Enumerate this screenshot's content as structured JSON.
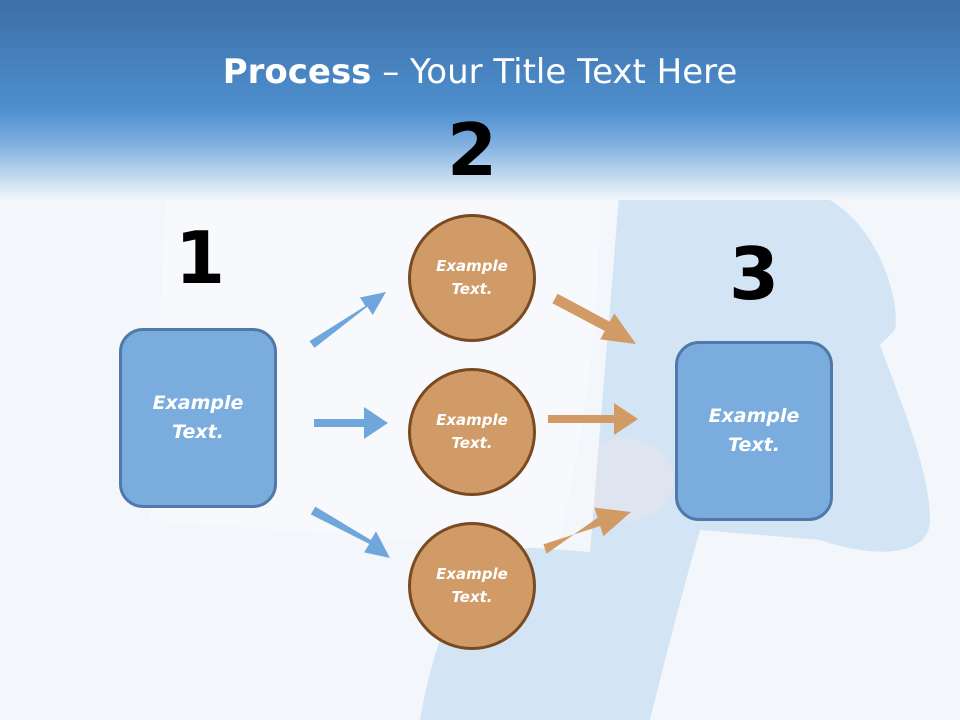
{
  "title": {
    "bold": "Process",
    "rest": " – Your Title Text Here"
  },
  "steps": [
    {
      "number": "1",
      "label": "Example\nText."
    },
    {
      "number": "2",
      "label": ""
    },
    {
      "number": "3",
      "label": "Example\nText."
    }
  ],
  "circles": [
    {
      "label": "Example\nText."
    },
    {
      "label": "Example\nText."
    },
    {
      "label": "Example\nText."
    }
  ],
  "colors": {
    "header": "#4a88c8",
    "box_fill": "#7aacde",
    "box_border": "#4f79a8",
    "circle_fill": "#d09b66",
    "circle_border": "#7a4a22",
    "arrow_blue": "#6fa6dc",
    "arrow_orange": "#d29a64"
  }
}
